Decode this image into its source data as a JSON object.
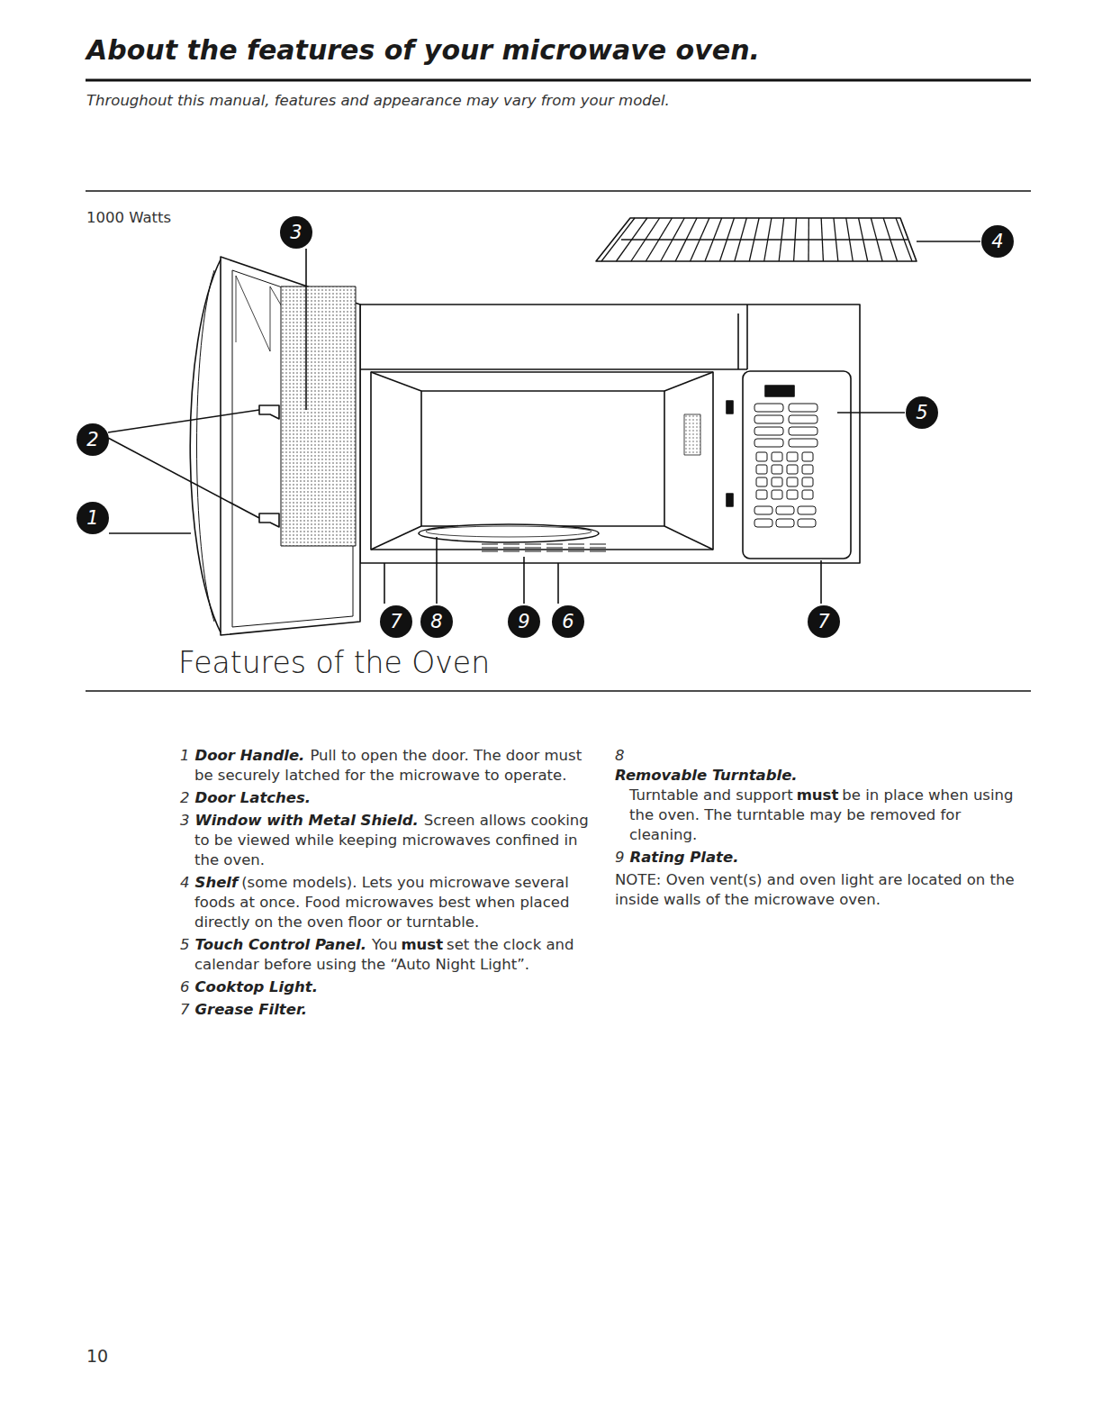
{
  "diagram": {
    "title": "About the features of your microwave oven.",
    "nodes": [
      {
        "text": [
          "3"
        ]
      },
      {
        "text": [
          "4"
        ]
      },
      {
        "text": [
          "2"
        ]
      },
      {
        "text": [
          "5"
        ]
      },
      {
        "text": [
          "1"
        ]
      },
      {
        "text": [
          "7"
        ]
      },
      {
        "text": [
          "8"
        ]
      },
      {
        "text": [
          "9"
        ]
      },
      {
        "text": [
          "6"
        ]
      },
      {
        "text": [
          "7"
        ]
      }
    ],
    "labels": [
      "Throughout this manual, features and appearance may vary from your model.",
      "1000 Watts",
      "Features of the Oven",
      "1",
      "Door Handle.",
      "Pull to open the door. The door must be securely latched for the microwave to operate.",
      "2",
      "Door Latches.",
      "3",
      "Window with Metal Shield.",
      "Screen allows cooking to be viewed while keeping microwaves confined in the oven.",
      "4",
      "Shelf",
      "(some models). Lets you microwave several foods at once. Food microwaves best when placed directly on the oven floor or turntable.",
      "5",
      "Touch Control Panel.",
      "You",
      "must",
      "set the clock and calendar before using the “Auto Night Light”.",
      "6",
      "Cooktop Light.",
      "7",
      "Grease Filter.",
      "8",
      "Removable Turntable.",
      "Turntable and support",
      "must",
      "be in place when using the oven. The turntable may be removed for cleaning.",
      "9",
      "Rating Plate.",
      "NOTE: Oven vent(s) and oven light are located on the inside walls of the microwave oven.",
      "10"
    ]
  }
}
